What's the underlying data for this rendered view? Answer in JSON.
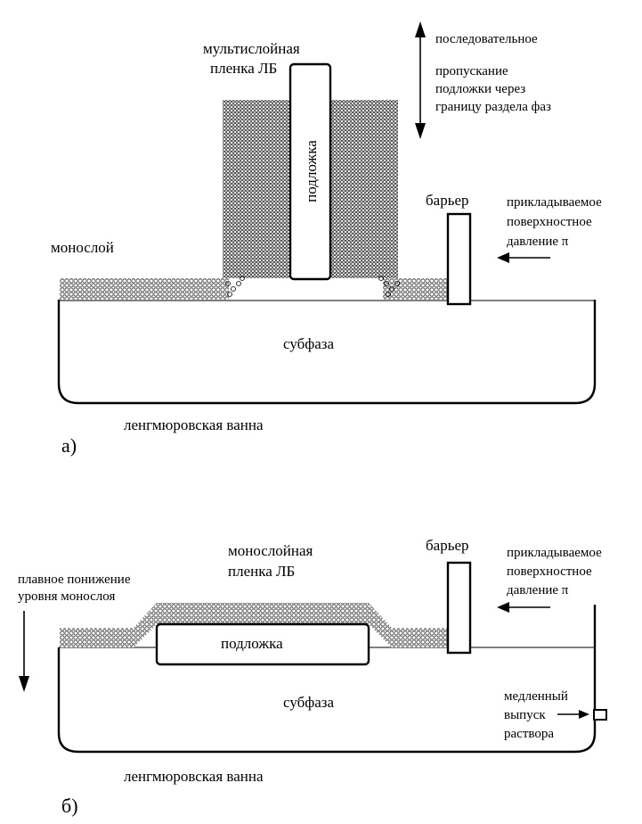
{
  "panel_a": {
    "multilayer_label": [
      "мультислойная",
      "пленка ЛБ"
    ],
    "substrate_label": "подложка",
    "motion_label": [
      "последовательное",
      "пропускание",
      "подложки через",
      "границу раздела фаз"
    ],
    "barrier_label": "барьер",
    "pressure_label": [
      "прикладываемое",
      "поверхностное",
      "давление π"
    ],
    "monolayer_label": "монослой",
    "subphase_label": "субфаза",
    "trough_label": "ленгмюровская ванна",
    "panel_letter": "а)"
  },
  "panel_b": {
    "monolayer_film_label": [
      "монослойная",
      "пленка ЛБ"
    ],
    "barrier_label": "барьер",
    "pressure_label": [
      "прикладываемое",
      "поверхностное",
      "давление π"
    ],
    "lowering_label": [
      "плавное понижение",
      "уровня монослоя"
    ],
    "substrate_label": "подложка",
    "subphase_label": "субфаза",
    "outlet_label": [
      "медленный",
      "выпуск",
      "раствора"
    ],
    "trough_label": "ленгмюровская ванна",
    "panel_letter": "б)"
  }
}
